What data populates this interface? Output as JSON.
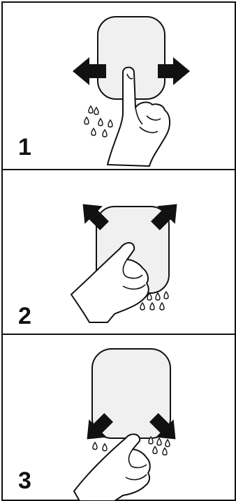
{
  "steps": [
    {
      "number": "1",
      "gesture": "spread-horizontal",
      "drops_side": "left-bottom"
    },
    {
      "number": "2",
      "gesture": "spread-diagonal-up",
      "drops_side": "right-bottom"
    },
    {
      "number": "3",
      "gesture": "spread-diagonal-down",
      "drops_side": "bottom"
    }
  ],
  "colors": {
    "outline": "#111111",
    "pad_fill": "#f0f0f0",
    "arrow_fill": "#111111",
    "background": "#ffffff"
  }
}
